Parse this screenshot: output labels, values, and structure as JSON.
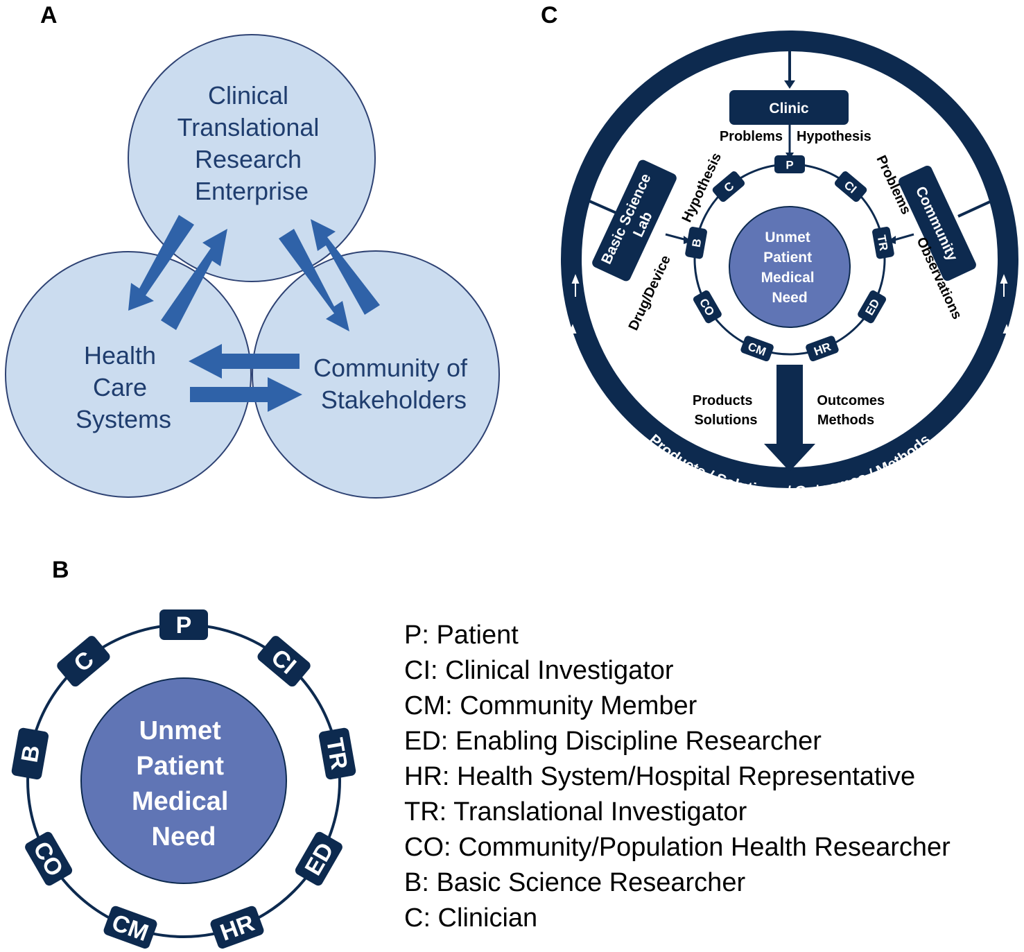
{
  "panels": {
    "a": {
      "label": "A",
      "top_circle": [
        "Clinical",
        "Translational",
        "Research",
        "Enterprise"
      ],
      "left_circle": [
        "Health",
        "Care",
        "Systems"
      ],
      "right_circle": [
        "Community of",
        "Stakeholders"
      ]
    },
    "b": {
      "label": "B",
      "center": [
        "Unmet",
        "Patient",
        "Medical",
        "Need"
      ],
      "nodes": [
        "P",
        "CI",
        "TR",
        "ED",
        "HR",
        "CM",
        "CO",
        "B",
        "C"
      ],
      "legend": [
        "P: Patient",
        "CI: Clinical Investigator",
        "CM: Community Member",
        "ED: Enabling Discipline Researcher",
        "HR: Health System/Hospital Representative",
        "TR: Translational Investigator",
        "CO: Community/Population Health Researcher",
        "B: Basic Science Researcher",
        "C: Clinician"
      ]
    },
    "c": {
      "label": "C",
      "center": [
        "Unmet",
        "Patient",
        "Medical",
        "Need"
      ],
      "nodes": [
        "P",
        "CI",
        "TR",
        "ED",
        "HR",
        "CM",
        "CO",
        "B",
        "C"
      ],
      "clinic_box": "Clinic",
      "clinic_left": "Problems",
      "clinic_right": "Hypothesis",
      "basic_box": [
        "Basic Science",
        "Lab"
      ],
      "basic_inner": "Hypothesis",
      "basic_outer": "Drug/Device",
      "community_box": "Community",
      "community_inner": "Problems",
      "community_outer": "Observations",
      "bottom_left": [
        "Products",
        "Solutions"
      ],
      "bottom_right": [
        "Outcomes",
        "Methods"
      ],
      "ring_text": "Products / Solutions / Outcomes / Methods"
    }
  },
  "colors": {
    "navy": "#0d2a4f",
    "light_blue": "#cbdcef",
    "arrow_blue": "#2f62a8",
    "center_purple": "#6075b5"
  }
}
